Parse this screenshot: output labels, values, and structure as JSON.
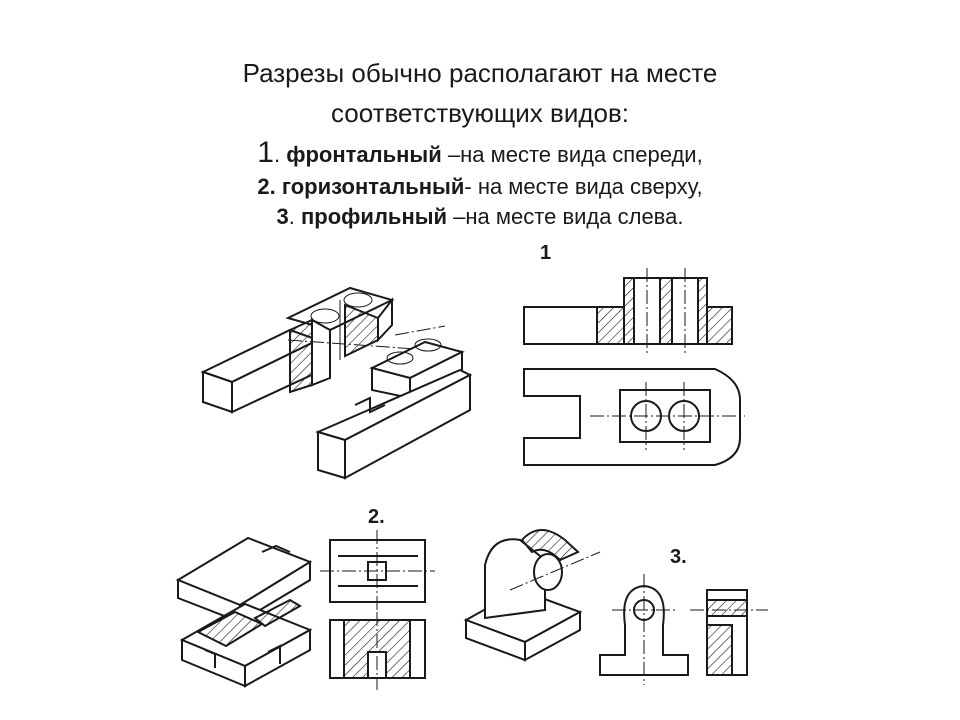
{
  "heading": {
    "line1": "Разрезы обычно располагают на месте",
    "line2": "соответствующих видов:"
  },
  "items": [
    {
      "num": "1",
      "name": "фронтальный",
      "rest": "–на месте вида спереди,"
    },
    {
      "num": "2",
      "name": "горизонтальный",
      "rest": "- на месте вида сверху,"
    },
    {
      "num": "3",
      "name": "профильный",
      "rest": "–на месте вида слева."
    }
  ],
  "labels": {
    "fig1": "1",
    "fig2": "2.",
    "fig3": "3."
  }
}
